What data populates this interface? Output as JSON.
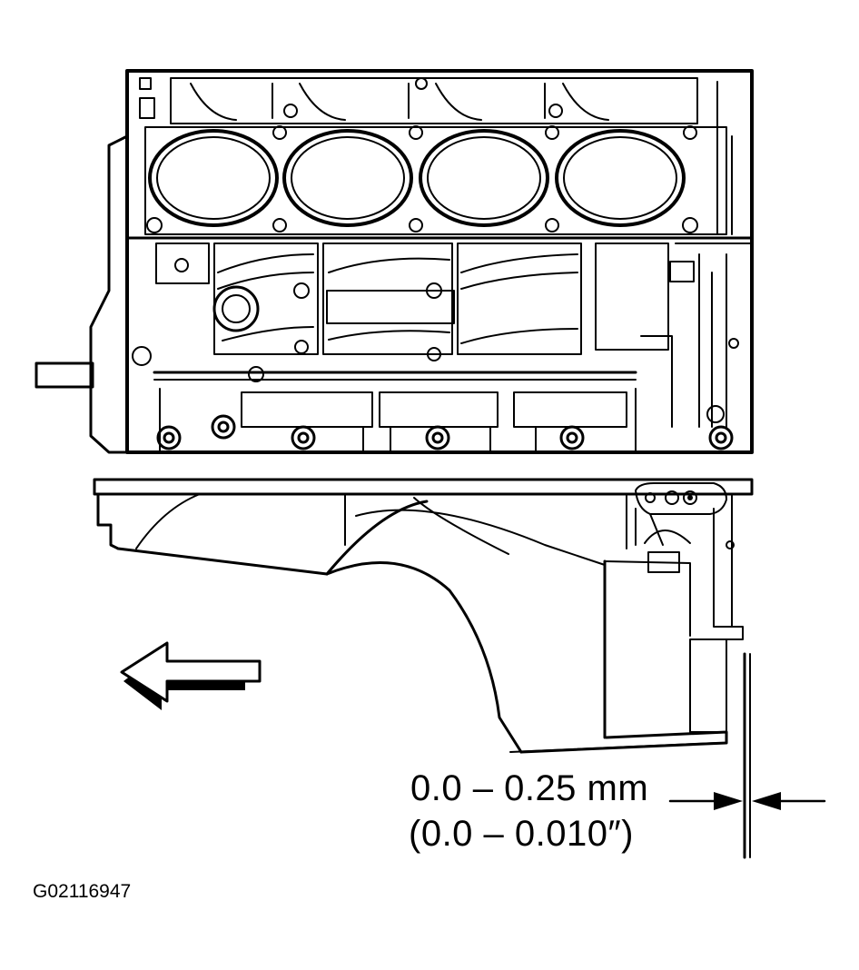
{
  "diagram": {
    "spec_metric": "0.0 – 0.25 mm",
    "spec_imperial": "(0.0 – 0.010″)",
    "figure_id": "G02116947"
  },
  "colors": {
    "line": "#000000",
    "background": "#ffffff"
  }
}
